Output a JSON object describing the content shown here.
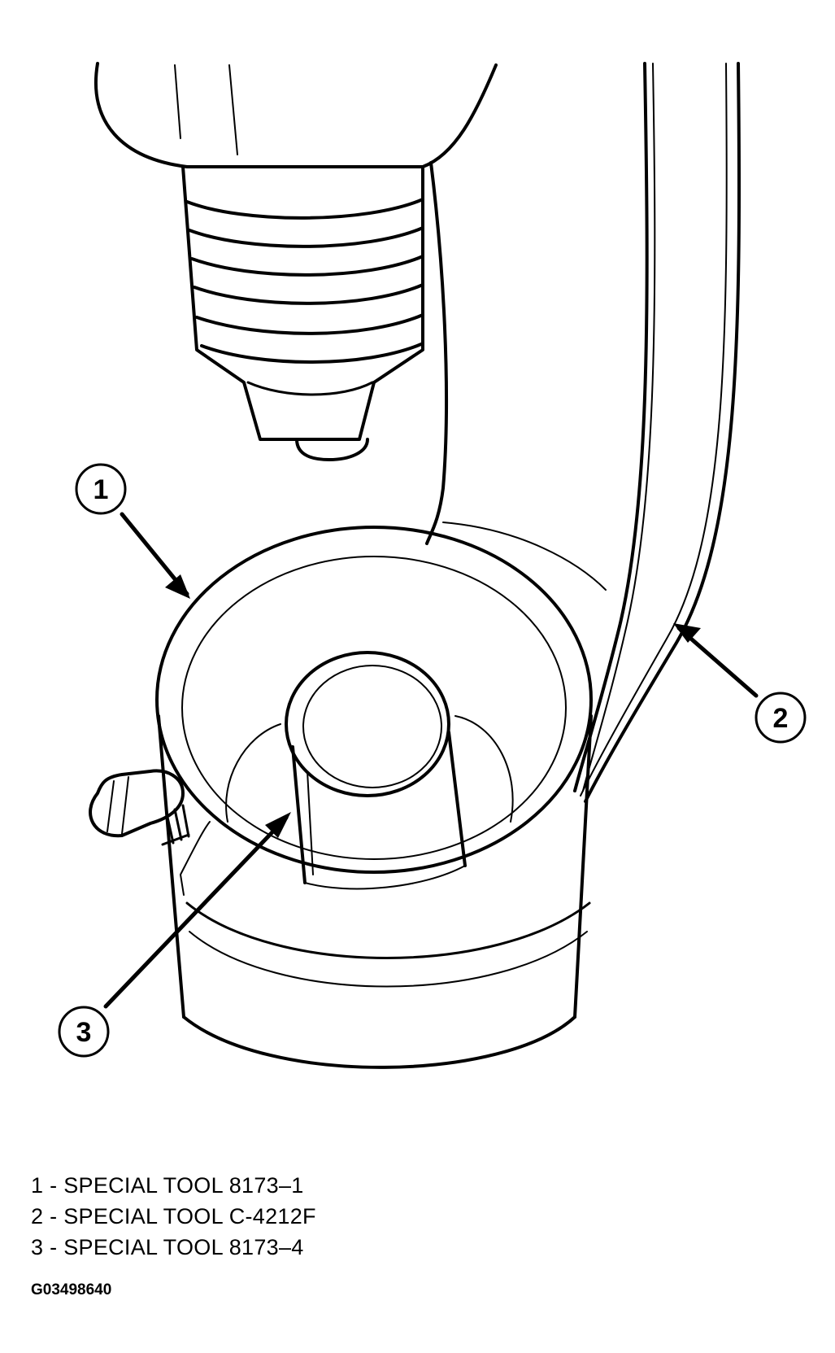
{
  "callouts": [
    {
      "number": "1"
    },
    {
      "number": "2"
    },
    {
      "number": "3"
    }
  ],
  "legend": [
    {
      "text": "1 - SPECIAL TOOL 8173–1"
    },
    {
      "text": "2 - SPECIAL TOOL C-4212F"
    },
    {
      "text": "3 - SPECIAL TOOL 8173–4"
    }
  ],
  "figure_id": "G03498640"
}
